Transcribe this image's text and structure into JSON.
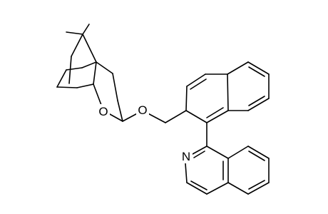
{
  "molecule": {
    "atom_labels": {
      "ring_oxygen": "O",
      "ether_oxygen": "O",
      "isoquinoline_nitrogen": "N"
    }
  },
  "colors": {
    "background": "#ffffff",
    "bond": "#000000",
    "text": "#000000"
  }
}
